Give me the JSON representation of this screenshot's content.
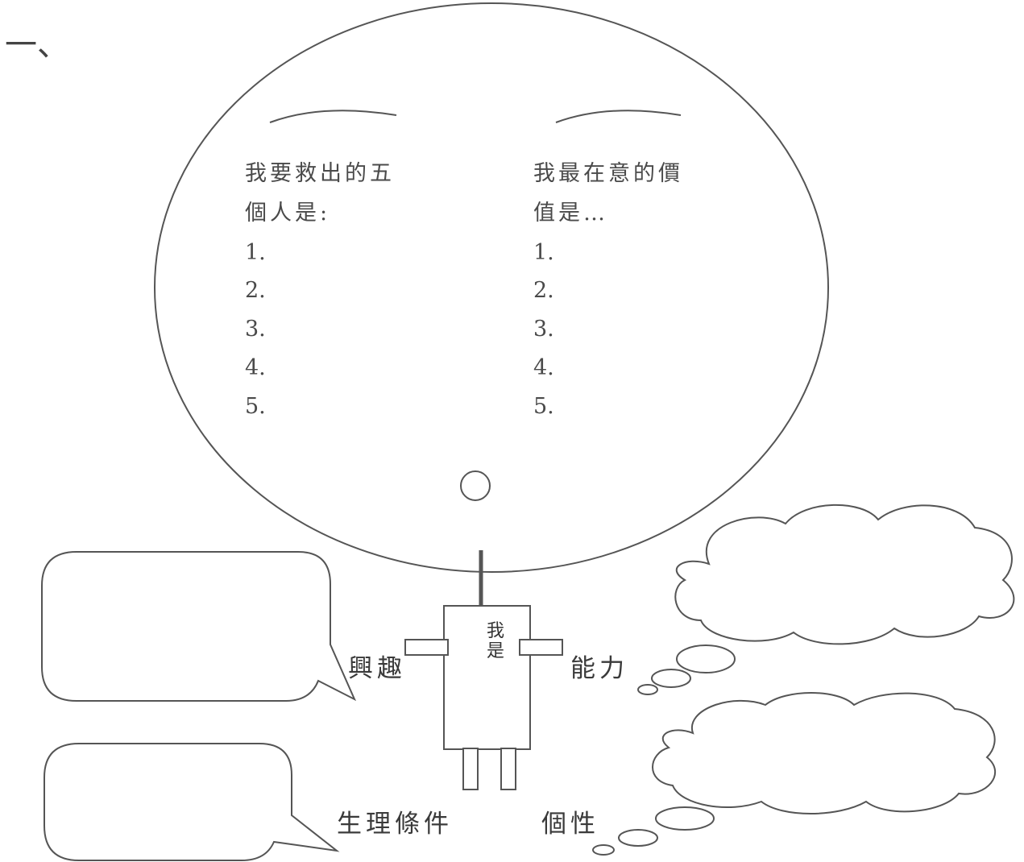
{
  "section_number": "一、",
  "left_list": {
    "heading_line1": "我要救出的五",
    "heading_line2": "個人是:",
    "items": [
      "1.",
      "2.",
      "3.",
      "4.",
      "5."
    ]
  },
  "right_list": {
    "heading_line1": "我最在意的價",
    "heading_line2": "值是…",
    "items": [
      "1.",
      "2.",
      "3.",
      "4.",
      "5."
    ]
  },
  "figure": {
    "body_line1": "我",
    "body_line2": "是"
  },
  "labels": {
    "interest": "興趣",
    "ability": "能力",
    "physical": "生理條件",
    "personality": "個性"
  }
}
